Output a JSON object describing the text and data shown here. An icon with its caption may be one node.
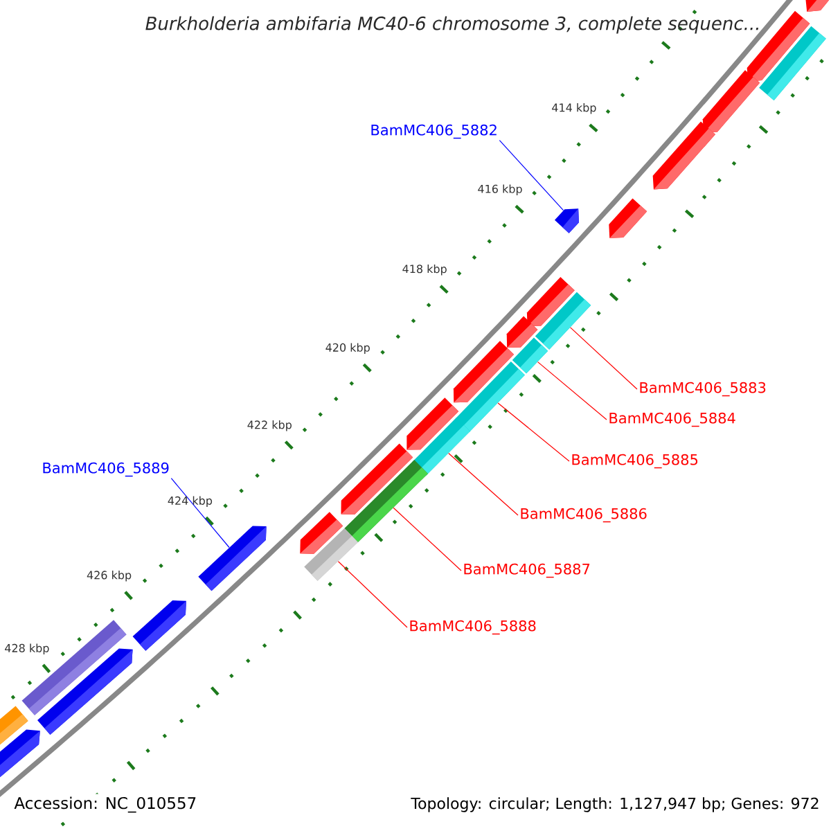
{
  "diagram": {
    "title": "Burkholderia ambifaria MC40-6 chromosome 3, complete sequenc...",
    "nodes": [
      {
        "text": [
          "BamMC406_5882"
        ]
      },
      {
        "text": [],
        "shape": "arrow"
      },
      {
        "text": [
          "BamMC406_5883"
        ]
      },
      {
        "text": [],
        "shape": "bar"
      },
      {
        "text": [
          "BamMC406_5884"
        ]
      },
      {
        "text": [],
        "shape": "bar"
      },
      {
        "text": [
          "BamMC406_5885"
        ]
      },
      {
        "text": [],
        "shape": "bar"
      },
      {
        "text": [
          "BamMC406_5889"
        ]
      },
      {
        "text": [],
        "shape": "arrow"
      },
      {
        "text": [
          "BamMC406_5886"
        ]
      },
      {
        "text": [],
        "shape": "bar"
      },
      {
        "text": [
          "BamMC406_5887"
        ]
      },
      {
        "text": [],
        "shape": "bar"
      },
      {
        "text": [
          "BamMC406_5888"
        ]
      },
      {
        "text": [],
        "shape": "bar"
      },
      {
        "text": [],
        "shape": "arrow"
      },
      {
        "text": [],
        "shape": "arrow"
      },
      {
        "text": [],
        "shape": "arrow"
      },
      {
        "text": [],
        "shape": "arrow"
      },
      {
        "text": [],
        "shape": "arrow"
      },
      {
        "text": [],
        "shape": "arrow"
      },
      {
        "text": [],
        "shape": "arrow"
      },
      {
        "text": [],
        "shape": "arrow"
      },
      {
        "text": [],
        "shape": "arrow"
      },
      {
        "text": [],
        "shape": "arrow"
      },
      {
        "text": [],
        "shape": "arrow"
      },
      {
        "text": [],
        "shape": "bar"
      },
      {
        "text": [],
        "shape": "arrow"
      },
      {
        "text": [],
        "shape": "arrow"
      },
      {
        "text": [],
        "shape": "arrow"
      },
      {
        "text": [],
        "shape": "bar"
      },
      {
        "text": [],
        "shape": "bar"
      }
    ],
    "edges": [
      {
        "from": 0,
        "to": 1,
        "arrow": "none",
        "color": "#0000ff"
      },
      {
        "from": 2,
        "to": 3,
        "arrow": "none"
      },
      {
        "from": 4,
        "to": 5,
        "arrow": "none"
      },
      {
        "from": 6,
        "to": 7,
        "arrow": "none"
      },
      {
        "from": 8,
        "to": 9,
        "arrow": "none",
        "color": "#0000ff"
      },
      {
        "from": 10,
        "to": 11,
        "arrow": "none"
      },
      {
        "from": 12,
        "to": 13,
        "arrow": "none"
      },
      {
        "from": 14,
        "to": 15,
        "arrow": "none"
      }
    ],
    "labels": [
      "414 kbp",
      "416 kbp",
      "418 kbp",
      "420 kbp",
      "422 kbp",
      "424 kbp",
      "426 kbp",
      "428 kbp",
      "Accession: NC_010557",
      "Topology: circular; Length: 1,127,947 bp; Genes: 972"
    ]
  }
}
